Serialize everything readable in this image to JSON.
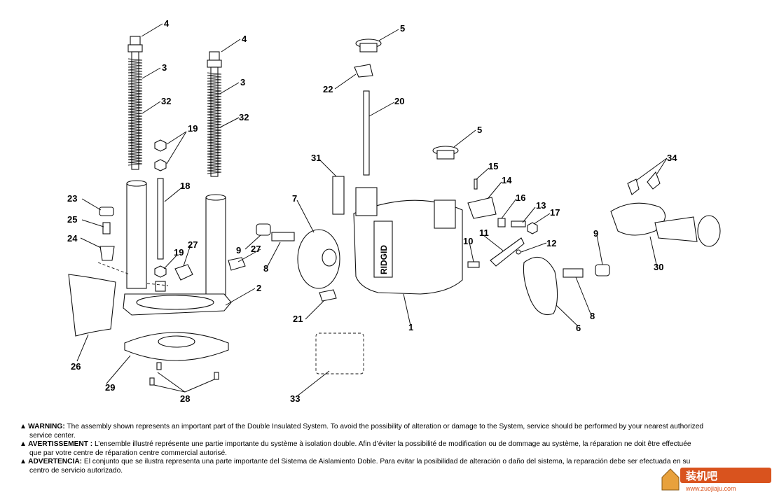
{
  "callouts": [
    {
      "id": "c4a",
      "text": "4"
    },
    {
      "id": "c3a",
      "text": "3"
    },
    {
      "id": "c32a",
      "text": "32"
    },
    {
      "id": "c4b",
      "text": "4"
    },
    {
      "id": "c3b",
      "text": "3"
    },
    {
      "id": "c32b",
      "text": "32"
    },
    {
      "id": "c19a",
      "text": "19"
    },
    {
      "id": "c18",
      "text": "18"
    },
    {
      "id": "c23",
      "text": "23"
    },
    {
      "id": "c25",
      "text": "25"
    },
    {
      "id": "c24",
      "text": "24"
    },
    {
      "id": "c19b",
      "text": "19"
    },
    {
      "id": "c27a",
      "text": "27"
    },
    {
      "id": "c2",
      "text": "2"
    },
    {
      "id": "c26",
      "text": "26"
    },
    {
      "id": "c29",
      "text": "29"
    },
    {
      "id": "c28",
      "text": "28"
    },
    {
      "id": "c5a",
      "text": "5"
    },
    {
      "id": "c22",
      "text": "22"
    },
    {
      "id": "c20",
      "text": "20"
    },
    {
      "id": "c5b",
      "text": "5"
    },
    {
      "id": "c31",
      "text": "31"
    },
    {
      "id": "c7",
      "text": "7"
    },
    {
      "id": "c9a",
      "text": "9"
    },
    {
      "id": "c27b",
      "text": "27"
    },
    {
      "id": "c8a",
      "text": "8"
    },
    {
      "id": "c21",
      "text": "21"
    },
    {
      "id": "c1",
      "text": "1"
    },
    {
      "id": "c33",
      "text": "33"
    },
    {
      "id": "c15",
      "text": "15"
    },
    {
      "id": "c14",
      "text": "14"
    },
    {
      "id": "c16",
      "text": "16"
    },
    {
      "id": "c13",
      "text": "13"
    },
    {
      "id": "c17",
      "text": "17"
    },
    {
      "id": "c11",
      "text": "11"
    },
    {
      "id": "c10",
      "text": "10"
    },
    {
      "id": "c12",
      "text": "12"
    },
    {
      "id": "c9b",
      "text": "9"
    },
    {
      "id": "c8b",
      "text": "8"
    },
    {
      "id": "c6",
      "text": "6"
    },
    {
      "id": "c34",
      "text": "34"
    },
    {
      "id": "c30",
      "text": "30"
    }
  ],
  "housing_logo": "RIDGID",
  "warnings": [
    {
      "label": "WARNING:",
      "text": "The assembly shown represents an important part of the Double Insulated System. To avoid the possibility of alteration or damage to the System, service should be performed by your nearest authorized",
      "cont": "service center."
    },
    {
      "label": "AVERTISSEMENT :",
      "text": " L’ensemble illustré représente une partie importante du système à isolation double. Afin d’éviter la possibilité de modification ou de dommage au système, la réparation ne doit être effectuée",
      "cont": "que par votre centre de réparation centre commercial autorisé."
    },
    {
      "label": "ADVERTENCIA:",
      "text": "El conjunto que se ilustra representa una parte importante del Sistema de Aislamiento Doble. Para evitar la posibilidad de alteración o daño del sistema, la reparación debe ser efectuada en su",
      "cont": "centro de servicio autorizado."
    }
  ],
  "watermark": {
    "text": "装机吧",
    "url": "www.zuojiaju.com",
    "color": "#d9531e"
  }
}
